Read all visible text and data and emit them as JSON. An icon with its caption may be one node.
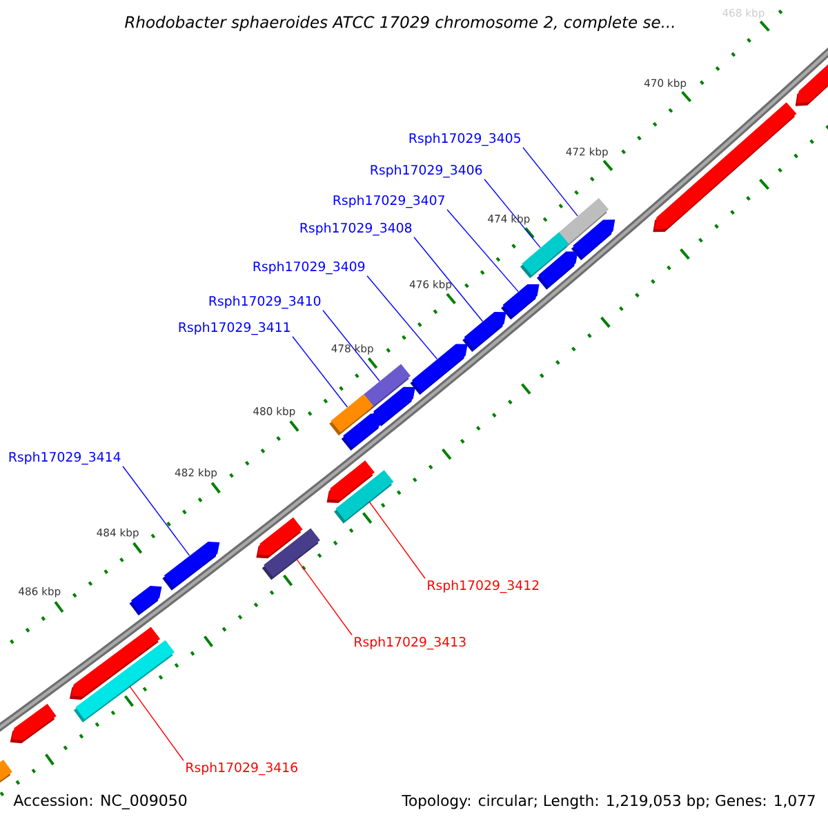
{
  "diagram": {
    "title": "Rhodobacter sphaeroides ATCC 17029 chromosome 2, complete se...",
    "nodes": [
      {
        "text": [
          "Rsph17029_3405"
        ]
      },
      {
        "text": [
          "Rsph17029_3406"
        ]
      },
      {
        "text": [
          "Rsph17029_3407"
        ]
      },
      {
        "text": [
          "Rsph17029_3408"
        ]
      },
      {
        "text": [
          "Rsph17029_3409"
        ]
      },
      {
        "text": [
          "Rsph17029_3410"
        ]
      },
      {
        "text": [
          "Rsph17029_3411"
        ]
      },
      {
        "text": [
          "Rsph17029_3414"
        ]
      },
      {
        "text": [
          "Rsph17029_3412"
        ]
      },
      {
        "text": [
          "Rsph17029_3413"
        ]
      },
      {
        "text": [
          "Rsph17029_3416"
        ]
      },
      {
        "text": [],
        "shape": "bar"
      },
      {
        "text": [],
        "shape": "bar"
      },
      {
        "text": [],
        "shape": "arrow"
      },
      {
        "text": [],
        "shape": "arrow"
      },
      {
        "text": [],
        "shape": "arrow"
      },
      {
        "text": [],
        "shape": "bar"
      },
      {
        "text": [],
        "shape": "bar"
      },
      {
        "text": [],
        "shape": "bar"
      },
      {
        "text": [],
        "shape": "arrow"
      },
      {
        "text": [],
        "shape": "bar"
      },
      {
        "text": [],
        "shape": "bar"
      }
    ],
    "edges": [
      {
        "from": 0,
        "to": 11,
        "arrow": "none"
      },
      {
        "from": 1,
        "to": 12,
        "arrow": "none"
      },
      {
        "from": 2,
        "to": 13,
        "arrow": "none"
      },
      {
        "from": 3,
        "to": 14,
        "arrow": "none"
      },
      {
        "from": 4,
        "to": 15,
        "arrow": "none"
      },
      {
        "from": 5,
        "to": 16,
        "arrow": "none"
      },
      {
        "from": 6,
        "to": 17,
        "arrow": "none"
      },
      {
        "from": 7,
        "to": 19,
        "arrow": "none"
      },
      {
        "from": 8,
        "to": 18,
        "arrow": "none",
        "color": "#ff0000"
      },
      {
        "from": 9,
        "to": 20,
        "arrow": "none",
        "color": "#ff0000"
      },
      {
        "from": 10,
        "to": 21,
        "arrow": "none",
        "color": "#ff0000"
      }
    ],
    "labels": [
      "468 kbp",
      "470 kbp",
      "472 kbp",
      "474 kbp",
      "476 kbp",
      "478 kbp",
      "480 kbp",
      "482 kbp",
      "484 kbp",
      "486 kbp",
      "Accession: NC_009050",
      "Topology: circular; Length: 1,219,053 bp; Genes: 1,077"
    ]
  }
}
